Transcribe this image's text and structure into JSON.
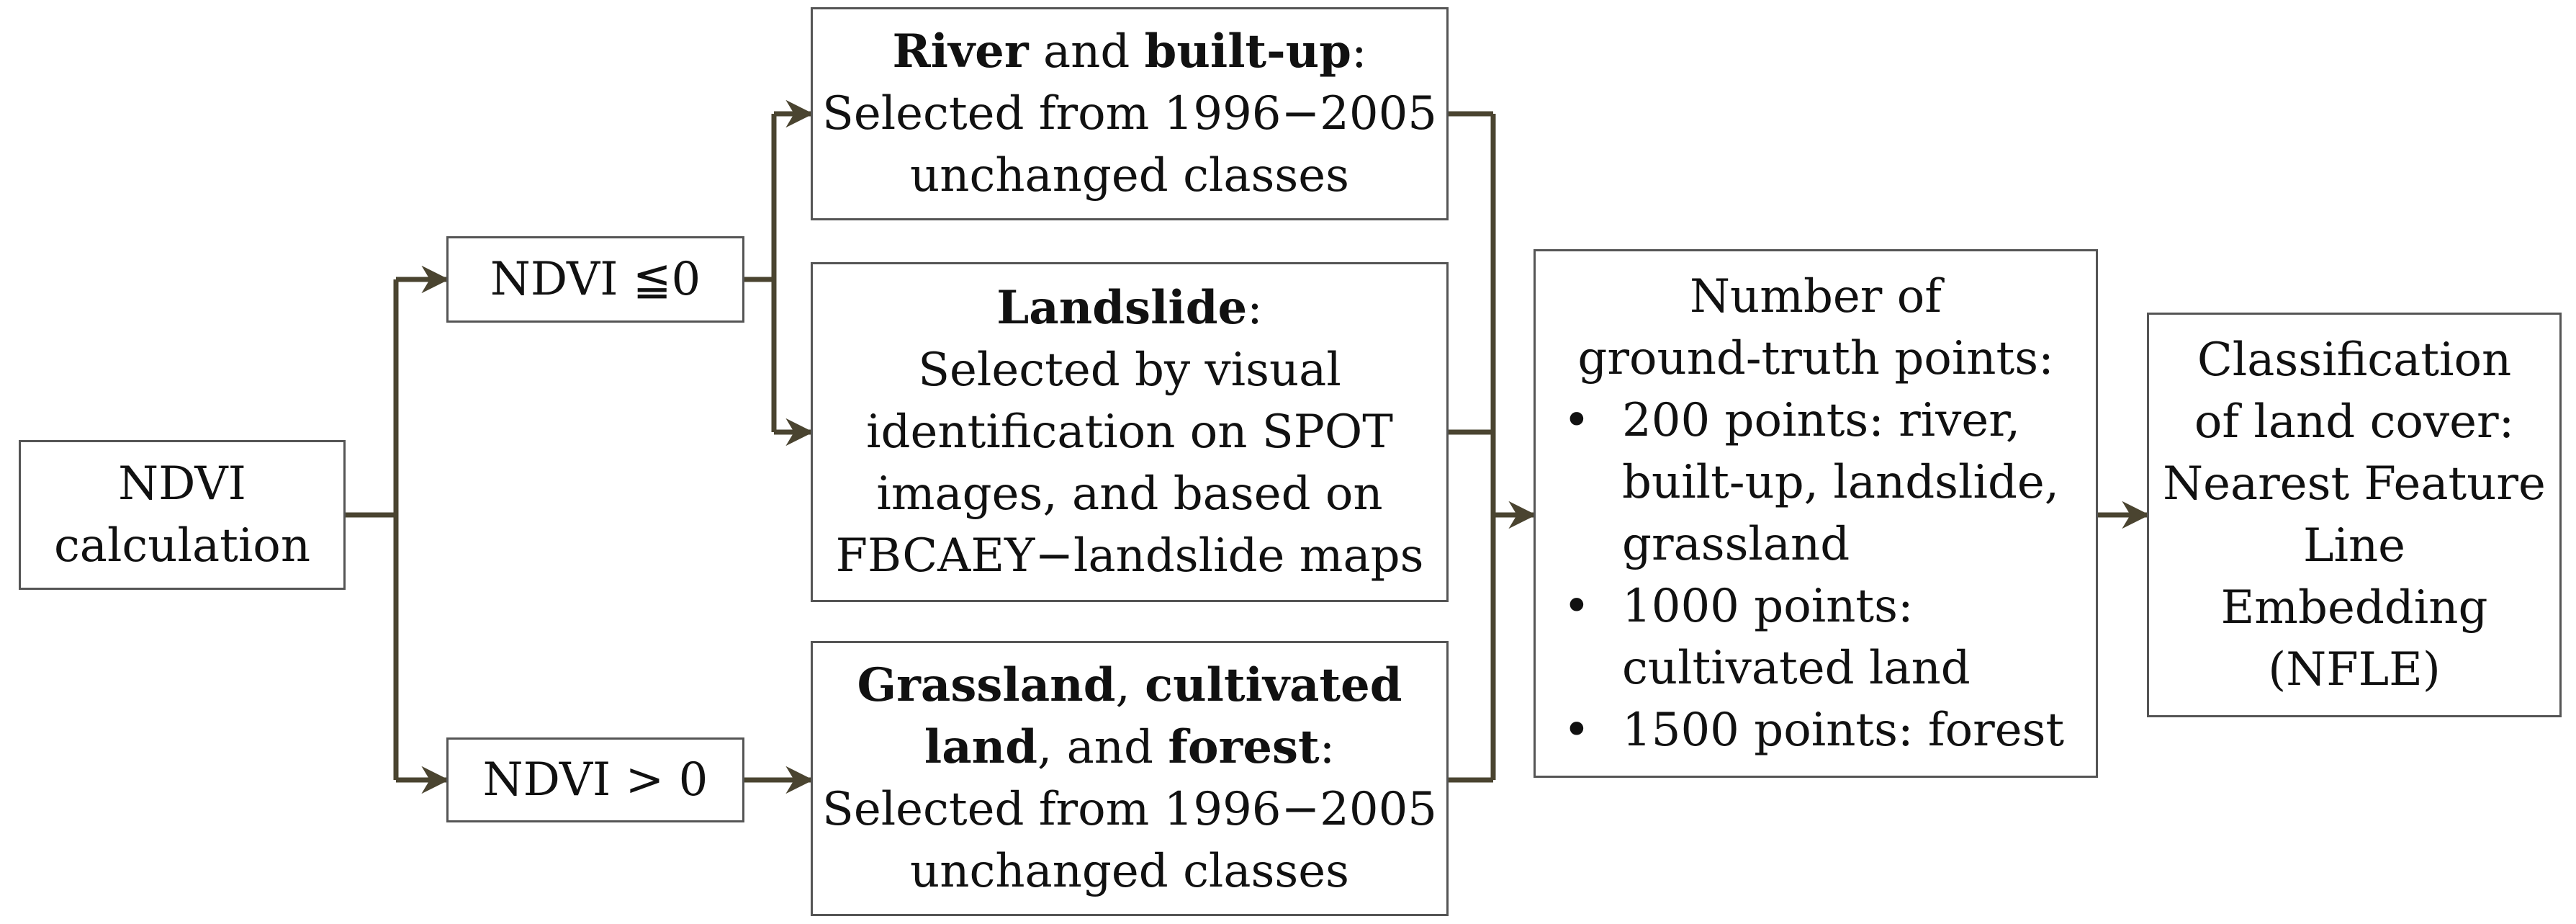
{
  "colors": {
    "arrow": "#4a4430",
    "border": "#555555"
  },
  "nodes": {
    "ndvi_calc": {
      "lines": [
        "NDVI",
        "calculation"
      ]
    },
    "ndvi_le": {
      "label": "NDVI ≦0"
    },
    "ndvi_gt": {
      "label": "NDVI > 0"
    },
    "river": {
      "bold1": "River",
      "text1": " and ",
      "bold2": "built-up",
      "text2": ":",
      "lines": [
        "Selected from 1996−2005",
        "unchanged  classes"
      ]
    },
    "landslide": {
      "bold1": "Landslide",
      "text1": ":",
      "lines": [
        "Selected by visual",
        "identification on SPOT",
        "images, and based on",
        "FBCAEY−landslide maps"
      ]
    },
    "grass": {
      "bold1": "Grassland",
      "text1": ", ",
      "bold2": "cultivated",
      "bold3": "land",
      "text3": ", and ",
      "bold4": "forest",
      "text4": ":",
      "lines": [
        "Selected from 1996−2005",
        "unchanged  classes"
      ]
    },
    "points": {
      "head": [
        "Number of",
        "ground-truth points:"
      ],
      "bullet": "•",
      "items": [
        [
          "200 points: river,",
          "built-up, landslide,",
          "grassland"
        ],
        [
          "1000 points:",
          "cultivated land"
        ],
        [
          "1500 points: forest"
        ]
      ]
    },
    "nfle": {
      "lines": [
        "Classification",
        "of land cover:",
        "Nearest Feature",
        "Line",
        "Embedding",
        "(NFLE)"
      ]
    }
  }
}
